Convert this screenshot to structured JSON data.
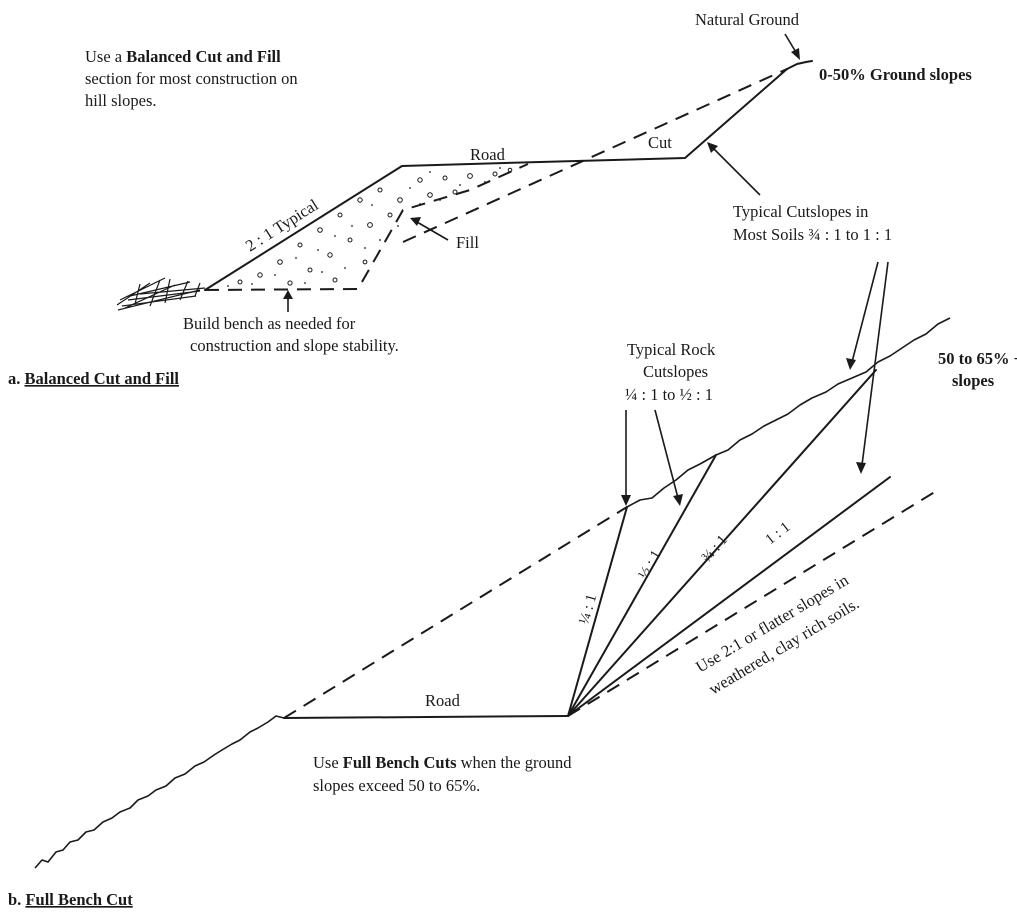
{
  "diagram_a": {
    "natural_ground": "Natural Ground",
    "ground_slopes": "0-50% Ground slopes",
    "intro": {
      "line1_pre": "Use a ",
      "line1_bold": "Balanced Cut and Fill",
      "line2": "section for most construction on",
      "line3": "hill slopes."
    },
    "road": "Road",
    "cut": "Cut",
    "fill": "Fill",
    "slope_typical": "2 : 1 Typical",
    "cutslopes_line1": "Typical  Cutslopes in",
    "cutslopes_line2": "Most Soils ¾ : 1 to 1 : 1",
    "bench_line1": "Build bench as needed for",
    "bench_line2": "construction and slope stability.",
    "caption_prefix": "a. ",
    "caption": "Balanced Cut and Fill"
  },
  "diagram_b": {
    "rock_line1": "Typical Rock",
    "rock_line2": "Cutslopes",
    "rock_line3": "¼ : 1 to ½ : 1",
    "slopes_line1": "50 to 65% +",
    "slopes_line2": "slopes",
    "ratio_quarter": "¼ : 1",
    "ratio_half": "½ : 1",
    "ratio_three_quarter": "¾ : 1",
    "ratio_one": "1 : 1",
    "clay_line1": "Use 2:1 or flatter slopes in",
    "clay_line2": "weathered,  clay rich soils.",
    "road": "Road",
    "bench_note": {
      "line1_pre": "Use ",
      "line1_bold": "Full Bench Cuts",
      "line1_post": " when the ground",
      "line2": "slopes exceed 50 to 65%."
    },
    "caption_prefix": "b. ",
    "caption": "Full Bench Cut"
  }
}
